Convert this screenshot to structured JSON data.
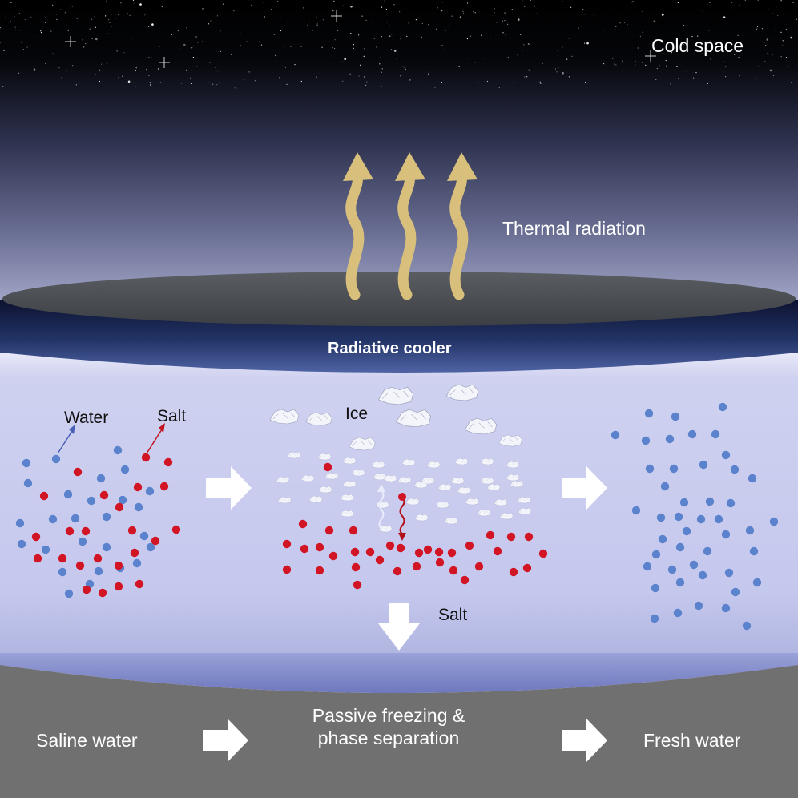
{
  "labels": {
    "cold_space": "Cold space",
    "thermal_radiation": "Thermal radiation",
    "radiative_cooler": "Radiative cooler",
    "water": "Water",
    "salt": "Salt",
    "ice": "Ice",
    "salt_down": "Salt",
    "saline_water": "Saline water",
    "passive_freezing_line1": "Passive freezing &",
    "passive_freezing_line2": "phase separation",
    "fresh_water": "Fresh water"
  },
  "colors": {
    "space": "#000000",
    "sky_mid": "#4c5273",
    "cooler_top": "#474a4f",
    "cooler_band": "#1f2e5c",
    "water_body": "#c9cbef",
    "ground": "#707070",
    "radiation_arrow": "#d8c07c",
    "water_molecule": "#5b82cc",
    "salt_ion": "#d11524",
    "process_arrow": "#ffffff"
  },
  "icons": [
    "thermal-radiation-arrow-icon",
    "process-arrow-icon",
    "salt-down-arrow-icon",
    "ice-crystal-icon"
  ]
}
